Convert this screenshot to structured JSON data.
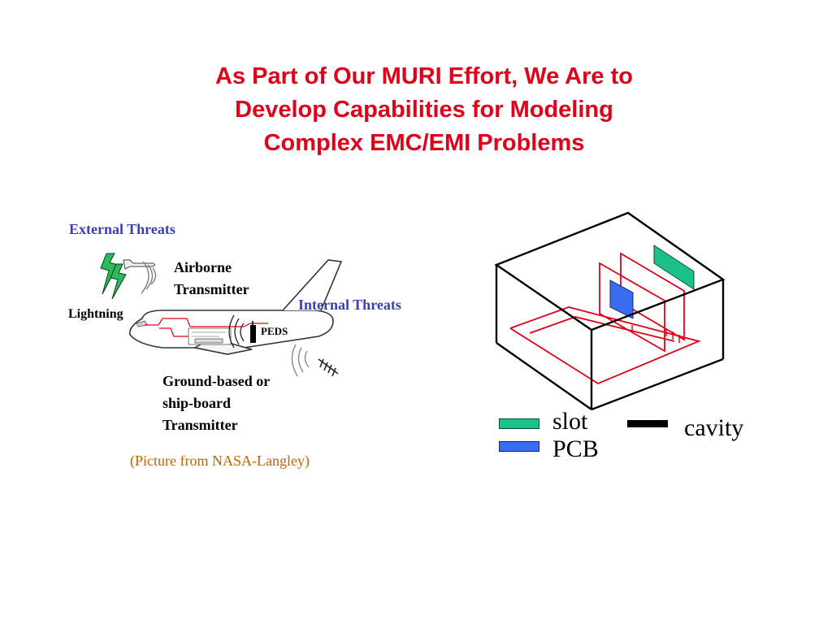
{
  "title": {
    "line1": "As Part of Our MURI Effort, We Are to",
    "line2": "Develop Capabilities for Modeling",
    "line3": "Complex EMC/EMI Problems"
  },
  "aircraft_figure": {
    "external_threats": "External Threats",
    "airborne_line1": "Airborne",
    "airborne_line2": "Transmitter",
    "lightning": "Lightning",
    "internal_threats": "Internal Threats",
    "peds": "PEDS",
    "ground_line1": "Ground-based or",
    "ground_line2": "ship-board",
    "ground_line3": "Transmitter",
    "credit": "(Picture from NASA-Langley)"
  },
  "legend": {
    "slot": "slot",
    "pcb": "PCB",
    "cavity": "cavity"
  },
  "colors": {
    "title": "#e0001b",
    "threat_label": "#3a3fb8",
    "credit": "#c46200",
    "slot": "#1dbf8a",
    "pcb": "#3a6cf0",
    "cavity": "#000000",
    "trace": "#e0001b"
  }
}
